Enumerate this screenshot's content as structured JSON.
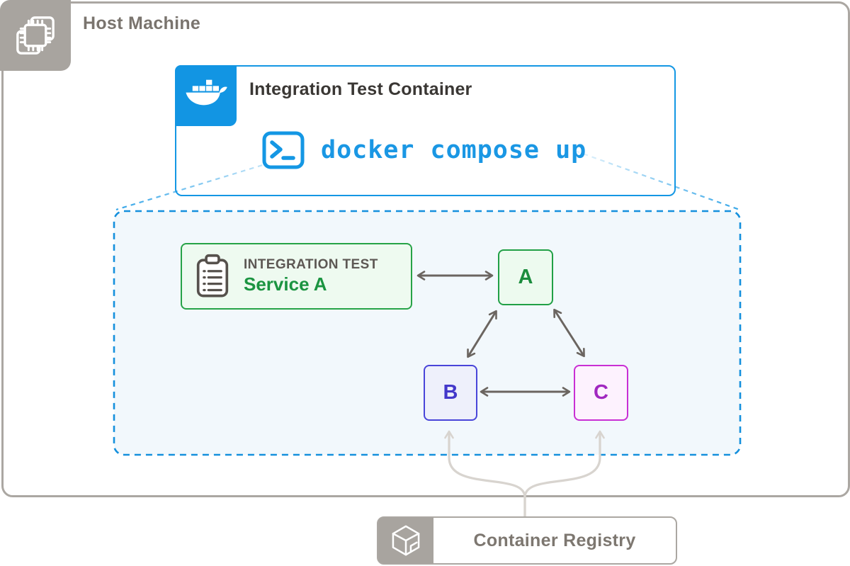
{
  "palette": {
    "accent_blue": "#1497e4",
    "tile_gray": "#a8a49f",
    "gray_text": "#7a746e",
    "dark_text": "#3a3734",
    "arrow_dark": "#6b6560",
    "arrow_light": "#d8d4cf",
    "green_border": "#27a347",
    "green_text": "#1b9441",
    "indigo_border": "#4945d9",
    "indigo_text": "#4338ca",
    "magenta_border": "#c92fd4",
    "magenta_text": "#a128c0",
    "expanded_fill": "#f2f8fc"
  },
  "host": {
    "label": "Host Machine",
    "icon": "chip-icon"
  },
  "test_container": {
    "title": "Integration Test Container",
    "command": "docker compose up",
    "docker_icon": "docker-whale-icon",
    "terminal_icon": "terminal-icon"
  },
  "compose_environment": {
    "service_card": {
      "eyebrow": "INTEGRATION TEST",
      "name": "Service A",
      "icon": "clipboard-icon"
    },
    "nodes": [
      {
        "label": "A"
      },
      {
        "label": "B"
      },
      {
        "label": "C"
      }
    ],
    "edges": [
      {
        "from": "Service A",
        "to": "A",
        "type": "bidirectional"
      },
      {
        "from": "A",
        "to": "B",
        "type": "bidirectional"
      },
      {
        "from": "A",
        "to": "C",
        "type": "bidirectional"
      },
      {
        "from": "B",
        "to": "C",
        "type": "bidirectional"
      },
      {
        "from": "Container Registry",
        "to": "B",
        "type": "pull"
      },
      {
        "from": "Container Registry",
        "to": "C",
        "type": "pull"
      }
    ]
  },
  "registry": {
    "label": "Container Registry",
    "icon": "package-icon"
  }
}
